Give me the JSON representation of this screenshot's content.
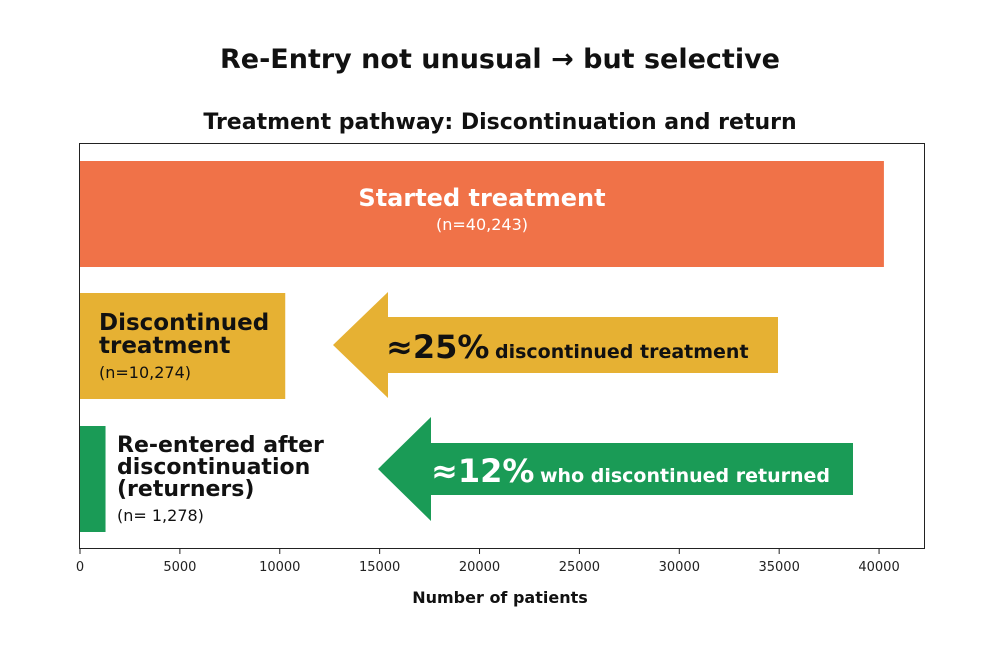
{
  "title": "Re-Entry not unusual → but selective",
  "chart_data": {
    "type": "bar",
    "orientation": "horizontal",
    "title": "Treatment pathway: Discontinuation and return",
    "xlabel": "Number of patients",
    "ylabel": "",
    "xlim": [
      0,
      42300
    ],
    "xticks": [
      0,
      5000,
      10000,
      15000,
      20000,
      25000,
      30000,
      35000,
      40000
    ],
    "categories": [
      "Started treatment",
      "Discontinued treatment",
      "Re-entered after discontinuation (returners)"
    ],
    "values": [
      40243,
      10274,
      1278
    ],
    "value_labels": [
      "(n=40,243)",
      "(n=10,274)",
      "(n= 1,278)"
    ],
    "colors": [
      "#f07248",
      "#e6b133",
      "#1a9b56"
    ],
    "grid": false,
    "annotations": [
      {
        "big": "≈25%",
        "small": "discontinued treatment",
        "color": "#e6b133"
      },
      {
        "big": "≈12%",
        "small": "who discontinued returned",
        "color": "#1a9b56"
      }
    ]
  },
  "labels": {
    "started": "Started treatment",
    "discontinued_line1": "Discontinued",
    "discontinued_line2": "treatment",
    "returners_line1": "Re-entered after",
    "returners_line2": "discontinuation",
    "returners_line3": "(returners)"
  }
}
